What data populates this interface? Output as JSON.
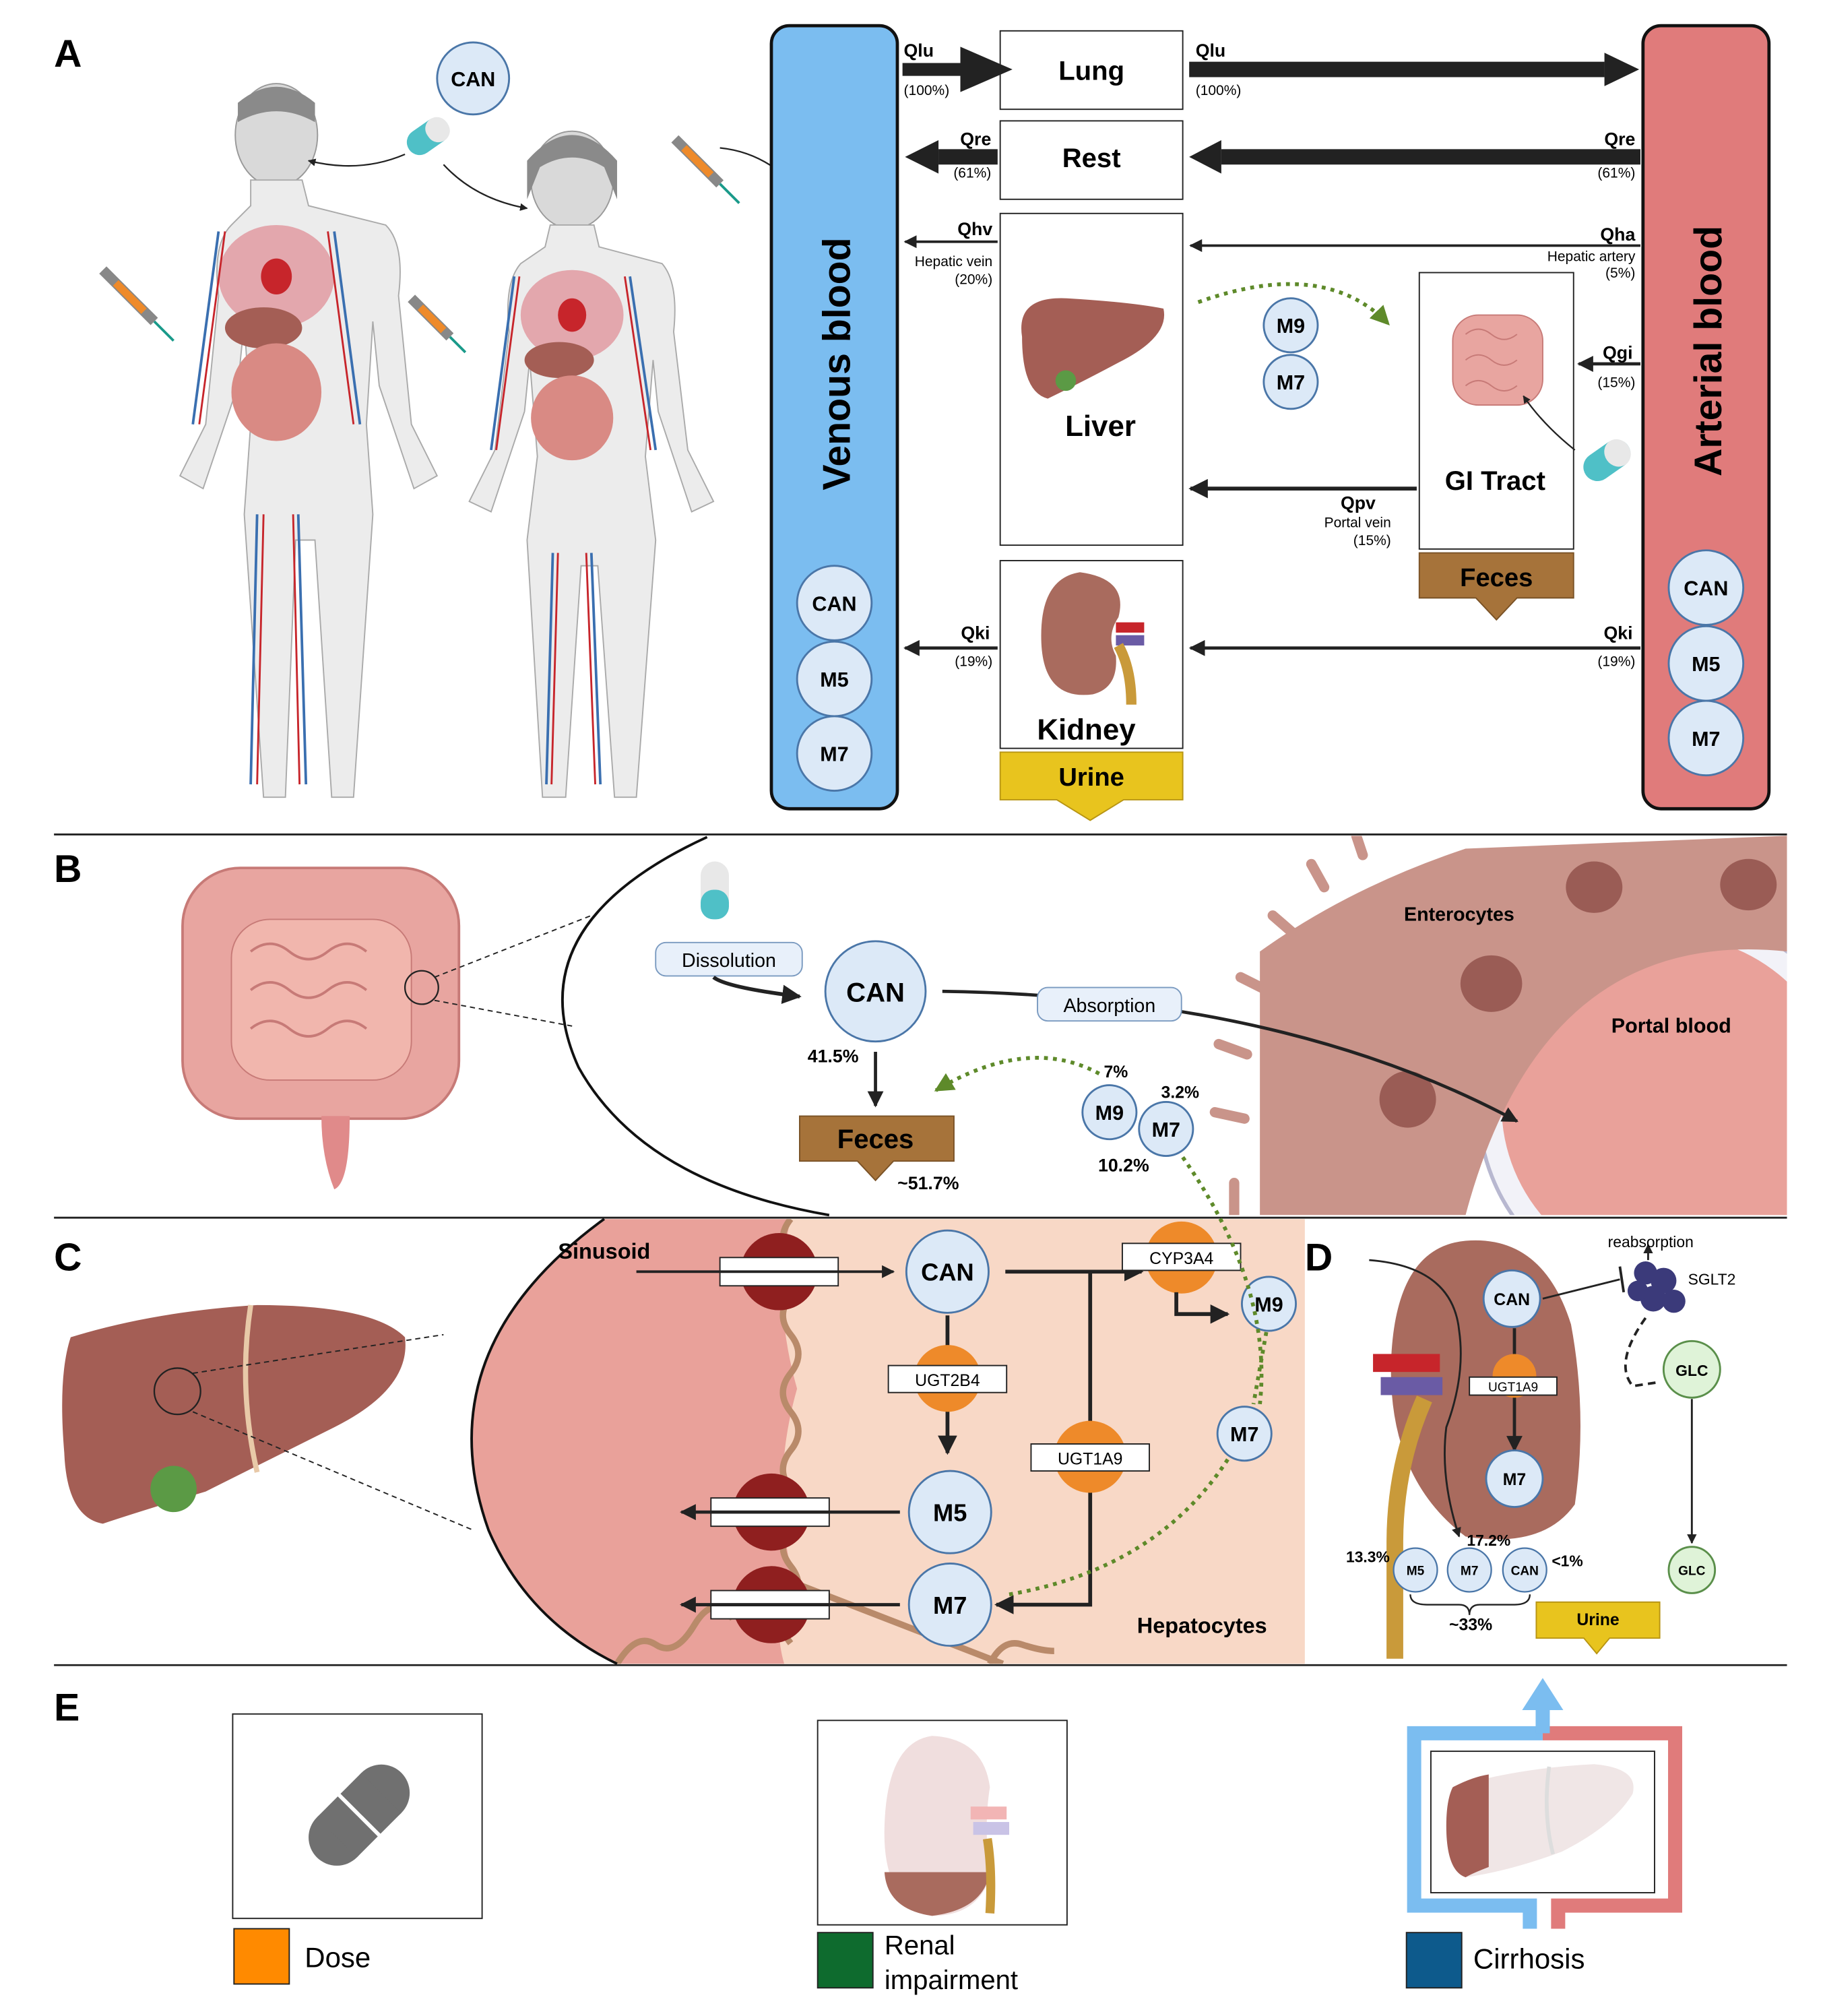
{
  "panels": {
    "a": "A",
    "b": "B",
    "c": "C",
    "d": "D",
    "e": "E"
  },
  "drug": "CAN",
  "metabolites": {
    "m5": "M5",
    "m7": "M7",
    "m9": "M9"
  },
  "pbpk": {
    "venous": "Venous blood",
    "arterial": "Arterial blood",
    "lung": "Lung",
    "rest": "Rest",
    "liver": "Liver",
    "gi": "GI Tract",
    "kidney": "Kidney",
    "urine": "Urine",
    "feces": "Feces",
    "flows": {
      "qlu": "Qlu",
      "qlu_pct": "(100%)",
      "qre": "Qre",
      "qre_pct": "(61%)",
      "qhv": "Qhv",
      "qhv_name": "Hepatic vein",
      "qhv_pct": "(20%)",
      "qha": "Qha",
      "qha_name": "Hepatic artery",
      "qha_pct": "(5%)",
      "qgi": "Qgi",
      "qgi_pct": "(15%)",
      "qpv": "Qpv",
      "qpv_name": "Portal vein",
      "qpv_pct": "(15%)",
      "qki": "Qki",
      "qki_pct": "(19%)"
    }
  },
  "gut": {
    "dissolution": "Dissolution",
    "absorption": "Absorption",
    "enterocytes": "Enterocytes",
    "portal_blood": "Portal blood",
    "feces": "Feces",
    "pct_can_feces": "41.5%",
    "pct_total_feces": "~51.7%",
    "pct_m9": "7%",
    "pct_m7": "3.2%",
    "pct_m7_b": "10.2%"
  },
  "liver": {
    "sinusoid": "Sinusoid",
    "hepatocytes": "Hepatocytes",
    "ugt2b4": "UGT2B4",
    "ugt1a9": "UGT1A9",
    "cyp3a4": "CYP3A4"
  },
  "kidney": {
    "reabsorption": "reabsorption",
    "sglt2": "SGLT2",
    "glc": "GLC",
    "ugt1a9": "UGT1A9",
    "pct_m5": "13.3%",
    "pct_m7": "17.2%",
    "pct_can": "<1%",
    "pct_total": "~33%",
    "urine": "Urine"
  },
  "scenarios": [
    {
      "label": "Dose",
      "color": "#ff8a00"
    },
    {
      "label": "Renal",
      "label2": "impairment",
      "color": "#0e6b2e"
    },
    {
      "label": "Cirrhosis",
      "color": "#0d5a8c"
    }
  ],
  "colors": {
    "venous": "#7bbdf0",
    "arterial": "#e07b7b",
    "urine": "#e8c41e",
    "feces": "#a6733a",
    "enzyme": "#ee8a2a",
    "transporter": "#8f1f1f",
    "sinusoid": "#e9a19a",
    "hepatocyte": "#f8d8c6",
    "metabolite": "#dce9f7",
    "glc": "#dff3d8",
    "liver": "#a45e55"
  }
}
